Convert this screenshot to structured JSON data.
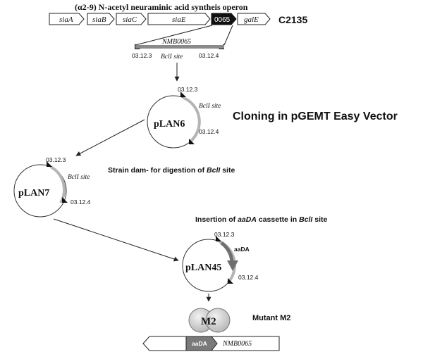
{
  "operon": {
    "title": "(α2-9) N-acetyl neuraminic acid syntheis operon",
    "strain": "C2135",
    "genes": [
      "siaA",
      "siaB",
      "siaC",
      "siaE",
      "0065",
      "galE"
    ]
  },
  "insert": {
    "gene": "NMB0065",
    "primer_left": "03.12.3",
    "primer_right": "03.12.4",
    "site": "BclI site"
  },
  "plasmids": {
    "pLAN6": {
      "name": "pLAN6",
      "primer_top": "03.12.3",
      "primer_bottom": "03.12.4",
      "site": "BclI site"
    },
    "pLAN7": {
      "name": "pLAN7",
      "primer_top": "03.12.3",
      "primer_bottom": "03.12.4",
      "site": "BclI site"
    },
    "pLAN45": {
      "name": "pLAN45",
      "primer_top": "03.12.3",
      "primer_bottom": "03.12.4",
      "cassette": "aaDA"
    }
  },
  "steps": {
    "cloning": "Cloning in pGEMT Easy Vector",
    "strain_dam_prefix": "Strain dam- for digestion of ",
    "strain_dam_italic": "BclI",
    "strain_dam_suffix": " site",
    "insertion_prefix": "Insertion of ",
    "insertion_italic": "aaDA",
    "insertion_mid": " cassette in ",
    "insertion_italic2": "BclI",
    "insertion_suffix": " site"
  },
  "mutant": {
    "cell_label": "M2",
    "name": "Mutant M2",
    "cassette": "aaDA",
    "gene": "NMB0065"
  }
}
